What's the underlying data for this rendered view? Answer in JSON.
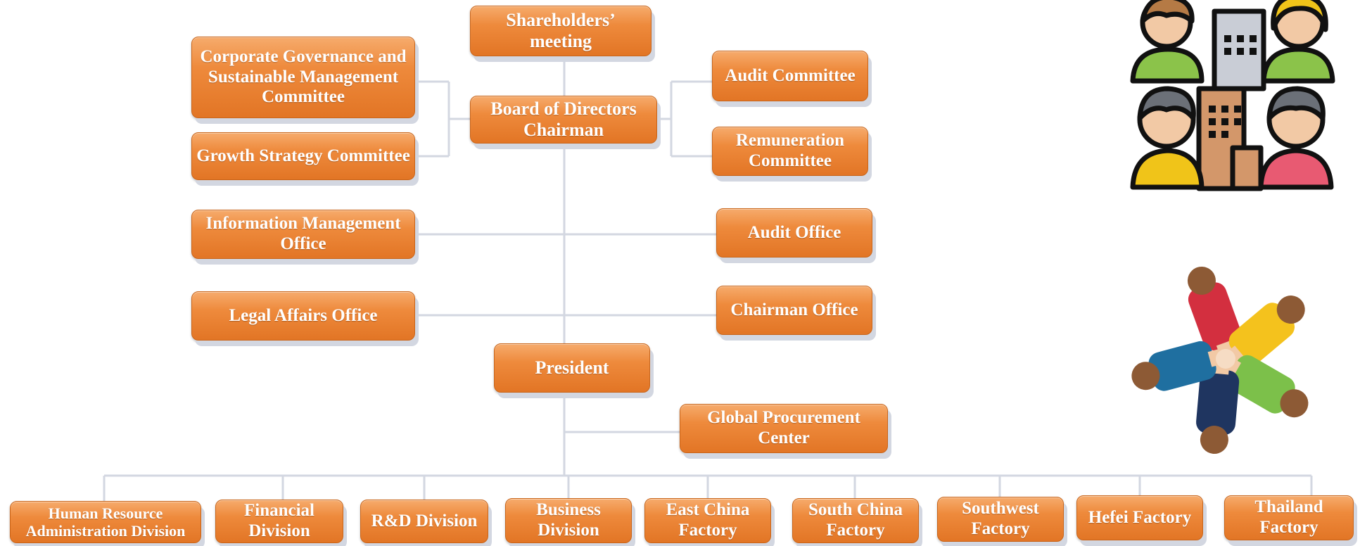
{
  "org": {
    "shareholders": "Shareholders’ meeting",
    "board": "Board of Directors Chairman",
    "corp_gov": "Corporate Governance and Sustainable Management Committee",
    "growth": "Growth Strategy Committee",
    "audit_committee": "Audit Committee",
    "remuneration": "Remuneration Committee",
    "info_mgmt": "Information Management Office",
    "audit_office": "Audit Office",
    "legal": "Legal Affairs Office",
    "chairman_office": "Chairman Office",
    "president": "President",
    "procurement": "Global Procurement Center",
    "divisions": [
      "Human Resource Administration Division",
      "Financial Division",
      "R&D Division",
      "Business Division",
      "East China Factory",
      "South China Factory",
      "Southwest Factory",
      "Hefei Factory",
      "Thailand Factory"
    ]
  },
  "colors": {
    "box_orange": "#ee8a3c",
    "connector": "#d3d7e1",
    "text": "#ffffff"
  },
  "icons": [
    "people-building-icon",
    "teamwork-circle-icon"
  ]
}
